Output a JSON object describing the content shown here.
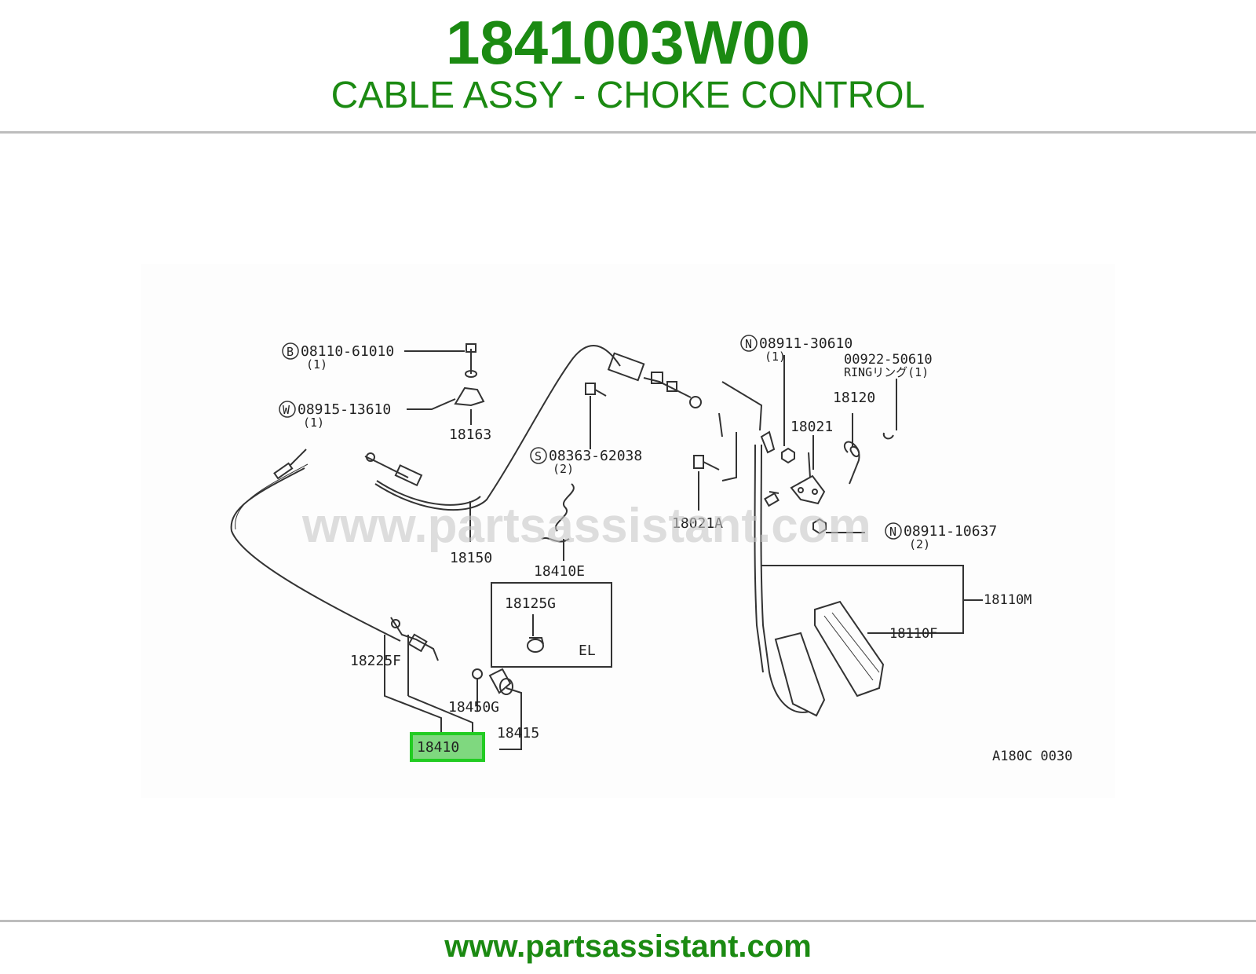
{
  "header": {
    "part_number": "1841003W00",
    "part_name": "CABLE ASSY - CHOKE CONTROL"
  },
  "diagram": {
    "watermark": "www.partsassistant.com",
    "diagram_code": "A180C 0030",
    "highlighted_callout": "18410",
    "inset_label": "EL",
    "callouts": {
      "c08110": "08110-61010",
      "c08110_qty": "(1)",
      "c08915": "08915-13610",
      "c08915_qty": "(1)",
      "c18163": "18163",
      "c08363": "08363-62038",
      "c08363_qty": "(2)",
      "c08911_30610": "08911-30610",
      "c08911_30610_qty": "(1)",
      "c00922": "00922-50610",
      "c00922_ring": "RINGリング(1)",
      "c18120": "18120",
      "c18021": "18021",
      "c18021A": "18021A",
      "c08911_10637": "08911-10637",
      "c08911_10637_qty": "(2)",
      "c18150": "18150",
      "c18410E": "18410E",
      "c18125G": "18125G",
      "c18110M": "18110M",
      "c18110F": "18110F",
      "c18225F": "18225F",
      "c18450G": "18450G",
      "c18415": "18415"
    },
    "prefix_letters": {
      "b": "B",
      "w": "W",
      "s": "S",
      "n1": "N",
      "n2": "N"
    }
  },
  "footer": {
    "url": "www.partsassistant.com"
  },
  "colors": {
    "brand_green": "#1b8a12",
    "highlight_border": "#22cc22",
    "highlight_fill": "#7fd87f"
  }
}
